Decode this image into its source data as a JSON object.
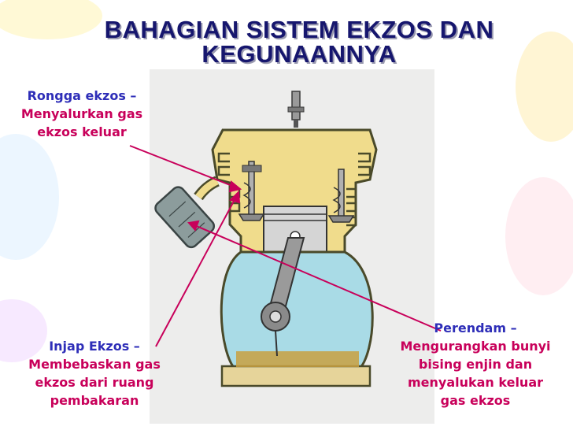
{
  "title": {
    "line1": "BAHAGIAN SISTEM EKZOS DAN",
    "line2": "KEGUNAANNYA"
  },
  "labels": {
    "rongga": {
      "head": "Rongga ekzos –",
      "body": [
        "Menyalurkan gas",
        "ekzos keluar"
      ]
    },
    "injap": {
      "head": "Injap Ekzos –",
      "body": [
        "Membebaskan gas",
        "ekzos dari ruang",
        "pembakaran"
      ]
    },
    "perendam": {
      "head": "Perendam –",
      "body": [
        "Mengurangkan bunyi",
        "bising enjin dan",
        "menyalukan keluar",
        "gas ekzos"
      ]
    }
  },
  "colors": {
    "title": "#16166e",
    "label_head": "#2e2eb8",
    "label_body": "#c8005a",
    "arrow": "#c8005a",
    "head_fill": "#f0dc8c",
    "crankcase_fill": "#a9dbe6"
  }
}
